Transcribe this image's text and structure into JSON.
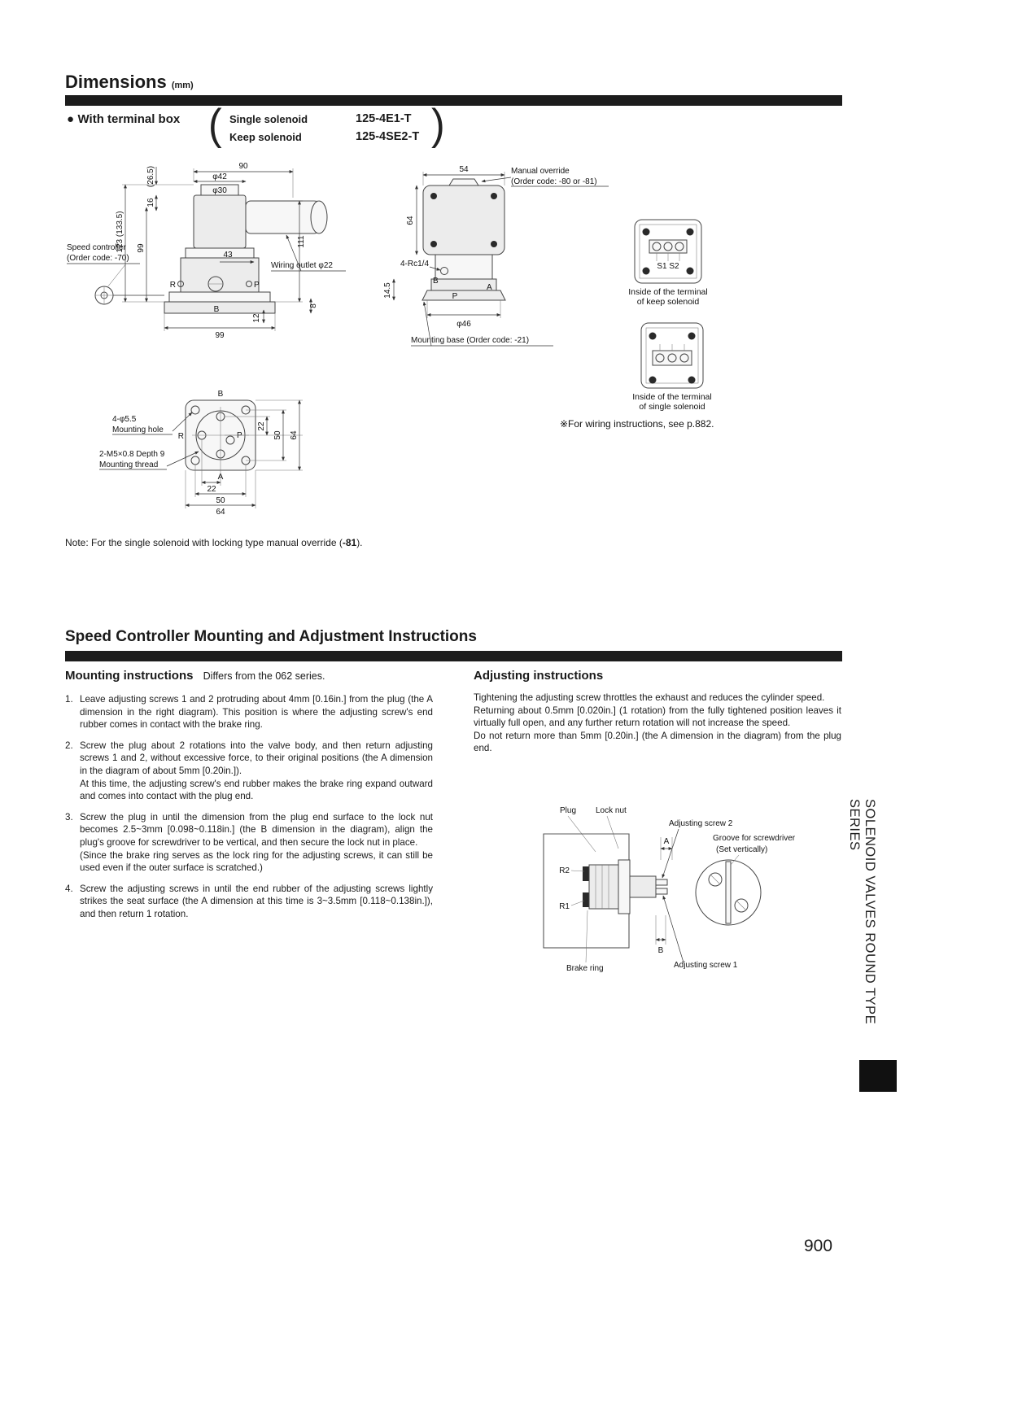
{
  "meta": {
    "page_number": "900",
    "side_tab_text": "SOLENOID VALVES ROUND TYPE SERIES"
  },
  "dimensions": {
    "title": "Dimensions",
    "unit": "(mm)",
    "terminal_box": {
      "bullet": "●",
      "label": "With terminal box",
      "paren_open": "(",
      "paren_close": ")",
      "variants": [
        {
          "name": "Single solenoid",
          "model": "125-4E1-T"
        },
        {
          "name": "Keep solenoid",
          "model": "125-4SE2-T"
        }
      ]
    },
    "front_view": {
      "dim_90": "90",
      "dim_phi42": "φ42",
      "dim_phi30": "φ30",
      "dim_26_5": "(26.5)",
      "dim_16": "16",
      "dim_123": "123 (133.5)",
      "dim_99_left": "99",
      "dim_43": "43",
      "dim_111": "111",
      "dim_8": "8",
      "dim_99_bottom": "99",
      "dim_12": "12",
      "speed_controller_line1": "Speed controller",
      "speed_controller_line2": "(Order code: -70)",
      "wiring_outlet": "Wiring outlet φ22",
      "port_r": "R",
      "port_b": "B",
      "port_p": "P"
    },
    "side_view": {
      "dim_54": "54",
      "manual_override_line1": "Manual override",
      "manual_override_line2": "(Order code: -80 or -81)",
      "dim_64": "64",
      "rc": "4-Rc1/4",
      "dim_14_5": "14.5",
      "port_a": "A",
      "port_b": "B",
      "port_p": "P",
      "dim_phi46": "φ46",
      "mounting_base": "Mounting base (Order code: -21)"
    },
    "terminals": {
      "keep_terminal_labels": "S1 S2",
      "keep_caption_line1": "Inside of the terminal",
      "keep_caption_line2": "of keep solenoid",
      "single_caption_line1": "Inside of the terminal",
      "single_caption_line2": "of single solenoid",
      "wiring_note": "※For wiring instructions, see p.882."
    },
    "bottom_view": {
      "mounting_hole_line1": "4-φ5.5",
      "mounting_hole_line2": "Mounting hole",
      "mounting_thread_line1": "2-M5×0.8 Depth 9",
      "mounting_thread_line2": "Mounting thread",
      "port_b": "B",
      "port_r": "R",
      "port_p": "P",
      "port_a": "A",
      "dim_v22": "22",
      "dim_v50": "50",
      "dim_v64": "64",
      "dim_h22": "22",
      "dim_h50": "50",
      "dim_h64": "64"
    },
    "note_prefix": "Note: For the single solenoid with locking type manual override (",
    "note_bold": "-81",
    "note_suffix": ")."
  },
  "speed_section": {
    "title": "Speed Controller Mounting and Adjustment Instructions",
    "mounting": {
      "heading": "Mounting instructions",
      "subheading": "Differs from the 062 series.",
      "steps": [
        {
          "num": "1.",
          "text": "Leave adjusting screws 1 and 2 protruding about 4mm [0.16in.] from the plug (the A dimension in the right diagram). This position is where the adjusting screw's end rubber comes in contact with the brake ring."
        },
        {
          "num": "2.",
          "text": "Screw the plug about 2 rotations into the valve body, and then return adjusting screws 1 and 2, without excessive force, to their original positions (the A dimension in the diagram of about 5mm [0.20in.]).\nAt this time, the adjusting screw's end rubber makes the brake ring expand outward and comes into contact with the plug end."
        },
        {
          "num": "3.",
          "text": "Screw the plug in until the dimension from the plug end surface to the lock nut becomes 2.5~3mm [0.098~0.118in.] (the B dimension in the diagram), align the plug's groove for screwdriver to be vertical, and then secure the lock nut in place.\n(Since the brake ring serves as the lock ring for the adjusting screws, it can still be used even if the outer surface is scratched.)"
        },
        {
          "num": "4.",
          "text": "Screw the adjusting screws in until the end rubber of the adjusting screws lightly strikes the seat surface (the A dimension at this time is 3~3.5mm [0.118~0.138in.]), and then return 1 rotation."
        }
      ]
    },
    "adjusting": {
      "heading": "Adjusting instructions",
      "body": "Tightening the adjusting screw throttles the exhaust and reduces the cylinder speed.\nReturning about 0.5mm [0.020in.] (1 rotation) from the fully tightened position leaves it virtually full open, and any further return rotation will not increase the speed.\nDo not return more than 5mm [0.20in.] (the A dimension in the diagram) from the plug end."
    },
    "diagram": {
      "plug": "Plug",
      "lock_nut": "Lock nut",
      "screw2": "Adjusting screw 2",
      "dim_a": "A",
      "groove_line1": "Groove for screwdriver",
      "groove_line2": "(Set vertically)",
      "r2": "R2",
      "r1": "R1",
      "dim_b": "B",
      "brake_ring": "Brake ring",
      "screw1": "Adjusting screw 1"
    }
  }
}
